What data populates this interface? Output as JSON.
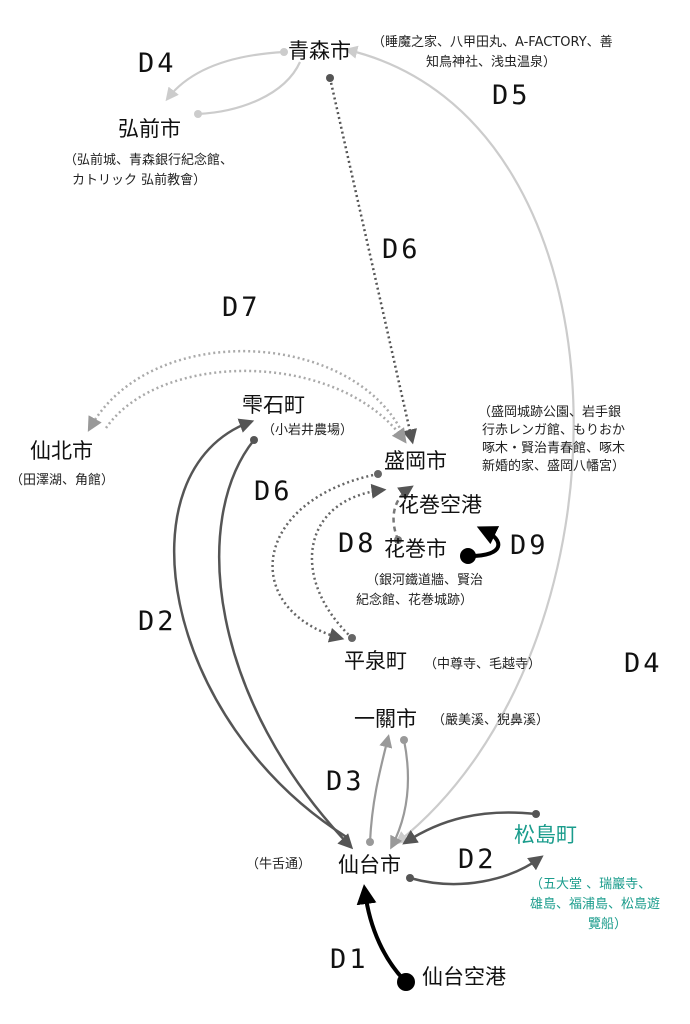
{
  "places": {
    "aomori": {
      "name": "青森市",
      "note": [
        "（睡魔之家、八甲田丸、A-FACTORY、善",
        "知鳥神社、浅虫温泉）"
      ]
    },
    "hirosaki": {
      "name": "弘前市",
      "note": [
        "（弘前城、青森銀行紀念館、",
        "カトリック 弘前教會）"
      ]
    },
    "senboku": {
      "name": "仙北市",
      "note": [
        "（田澤湖、角館）"
      ]
    },
    "shizukuishi": {
      "name": "雫石町",
      "note": [
        "（小岩井農場）"
      ]
    },
    "morioka": {
      "name": "盛岡市",
      "note": [
        "（盛岡城跡公園、岩手銀",
        "行赤レンガ館、もりおか",
        "啄木・賢治青春館、啄木",
        "新婚的家、盛岡八幡宮）"
      ]
    },
    "hanamaki_airport": {
      "name": "花巻空港"
    },
    "hanamaki": {
      "name": "花巻市",
      "note": [
        "（銀河鐵道牆、賢治",
        "紀念館、花巻城跡）"
      ]
    },
    "hiraizumi": {
      "name": "平泉町",
      "note": [
        "（中尊寺、毛越寺）"
      ]
    },
    "ichinoseki": {
      "name": "一關市",
      "note": [
        "（嚴美溪、猊鼻溪）"
      ]
    },
    "sendai": {
      "name": "仙台市",
      "note": [
        "（牛舌通）"
      ]
    },
    "matsushima": {
      "name": "松島町",
      "note": [
        "（五大堂 、瑞巖寺、",
        "雄島、福浦島、松島遊",
        "覽船）"
      ]
    },
    "sendai_airport": {
      "name": "仙台空港"
    }
  },
  "day_labels": {
    "d1": "D1",
    "d2_left": "D2",
    "d2_right": "D2",
    "d3": "D3",
    "d4_top": "D4",
    "d4_right": "D4",
    "d5": "D5",
    "d6_mid": "D6",
    "d6_left": "D6",
    "d7": "D7",
    "d8": "D8",
    "d9": "D9"
  },
  "colors": {
    "teal": "#1a9c8c",
    "dark_route": "#555555",
    "light_route": "#cccccc",
    "gray_dot": "#777777"
  }
}
